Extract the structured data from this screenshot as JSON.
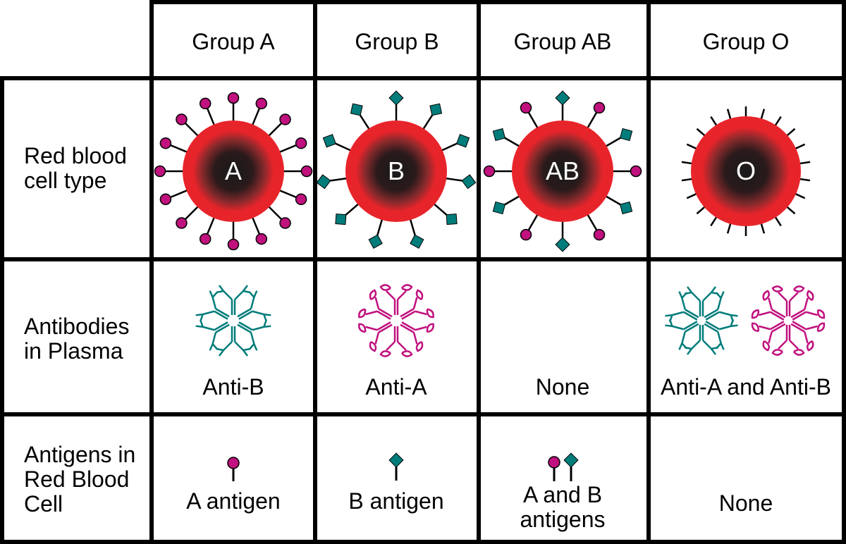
{
  "columns": [
    "Group A",
    "Group B",
    "Group AB",
    "Group O"
  ],
  "rows": [
    {
      "label_lines": [
        "Red blood",
        "cell type"
      ]
    },
    {
      "label_lines": [
        "Antibodies",
        "in Plasma"
      ]
    },
    {
      "label_lines": [
        "Antigens in",
        "Red Blood",
        "Cell"
      ]
    }
  ],
  "cells": {
    "red_blood_cell_letters": [
      "A",
      "B",
      "AB",
      "O"
    ],
    "antibodies": [
      "Anti-B",
      "Anti-A",
      "None",
      "Anti-A and Anti-B"
    ],
    "antigens": [
      {
        "lines": [
          "A antigen"
        ]
      },
      {
        "lines": [
          "B antigen"
        ]
      },
      {
        "lines": [
          "A and B",
          "antigens"
        ]
      },
      {
        "lines": [
          "None"
        ]
      }
    ]
  },
  "colors": {
    "antigen_a": "#c0117e",
    "antigen_b": "#007c7a",
    "cell_outer": "#e8242b",
    "cell_inner": "#1a1a1a",
    "grid": "#000000"
  },
  "icons": {
    "antigen_a": "circle-on-stalk-icon",
    "antigen_b": "diamond-on-stalk-icon",
    "antibody": "y-shaped-antibody-icon"
  }
}
